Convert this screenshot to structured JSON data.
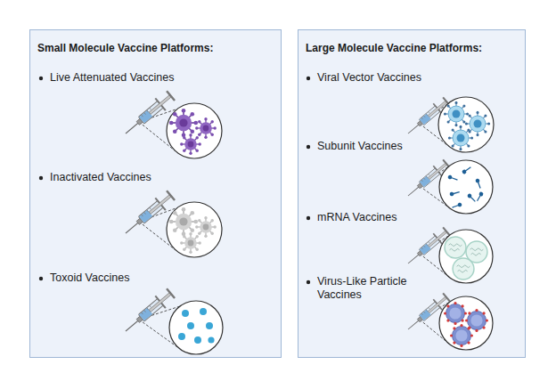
{
  "diagram": {
    "nodes": [
      {
        "text": [
          "Small Molecule Vaccine Platforms:"
        ]
      },
      {
        "text": [
          "Large Molecule Vaccine Platforms:"
        ]
      }
    ],
    "labels": [
      "Live Attenuated Vaccines",
      "Inactivated Vaccines",
      "Toxoid Vaccines",
      "Viral Vector Vaccines",
      "Subunit Vaccines",
      "mRNA Vaccines",
      "Virus-Like Particle Vaccines"
    ]
  }
}
